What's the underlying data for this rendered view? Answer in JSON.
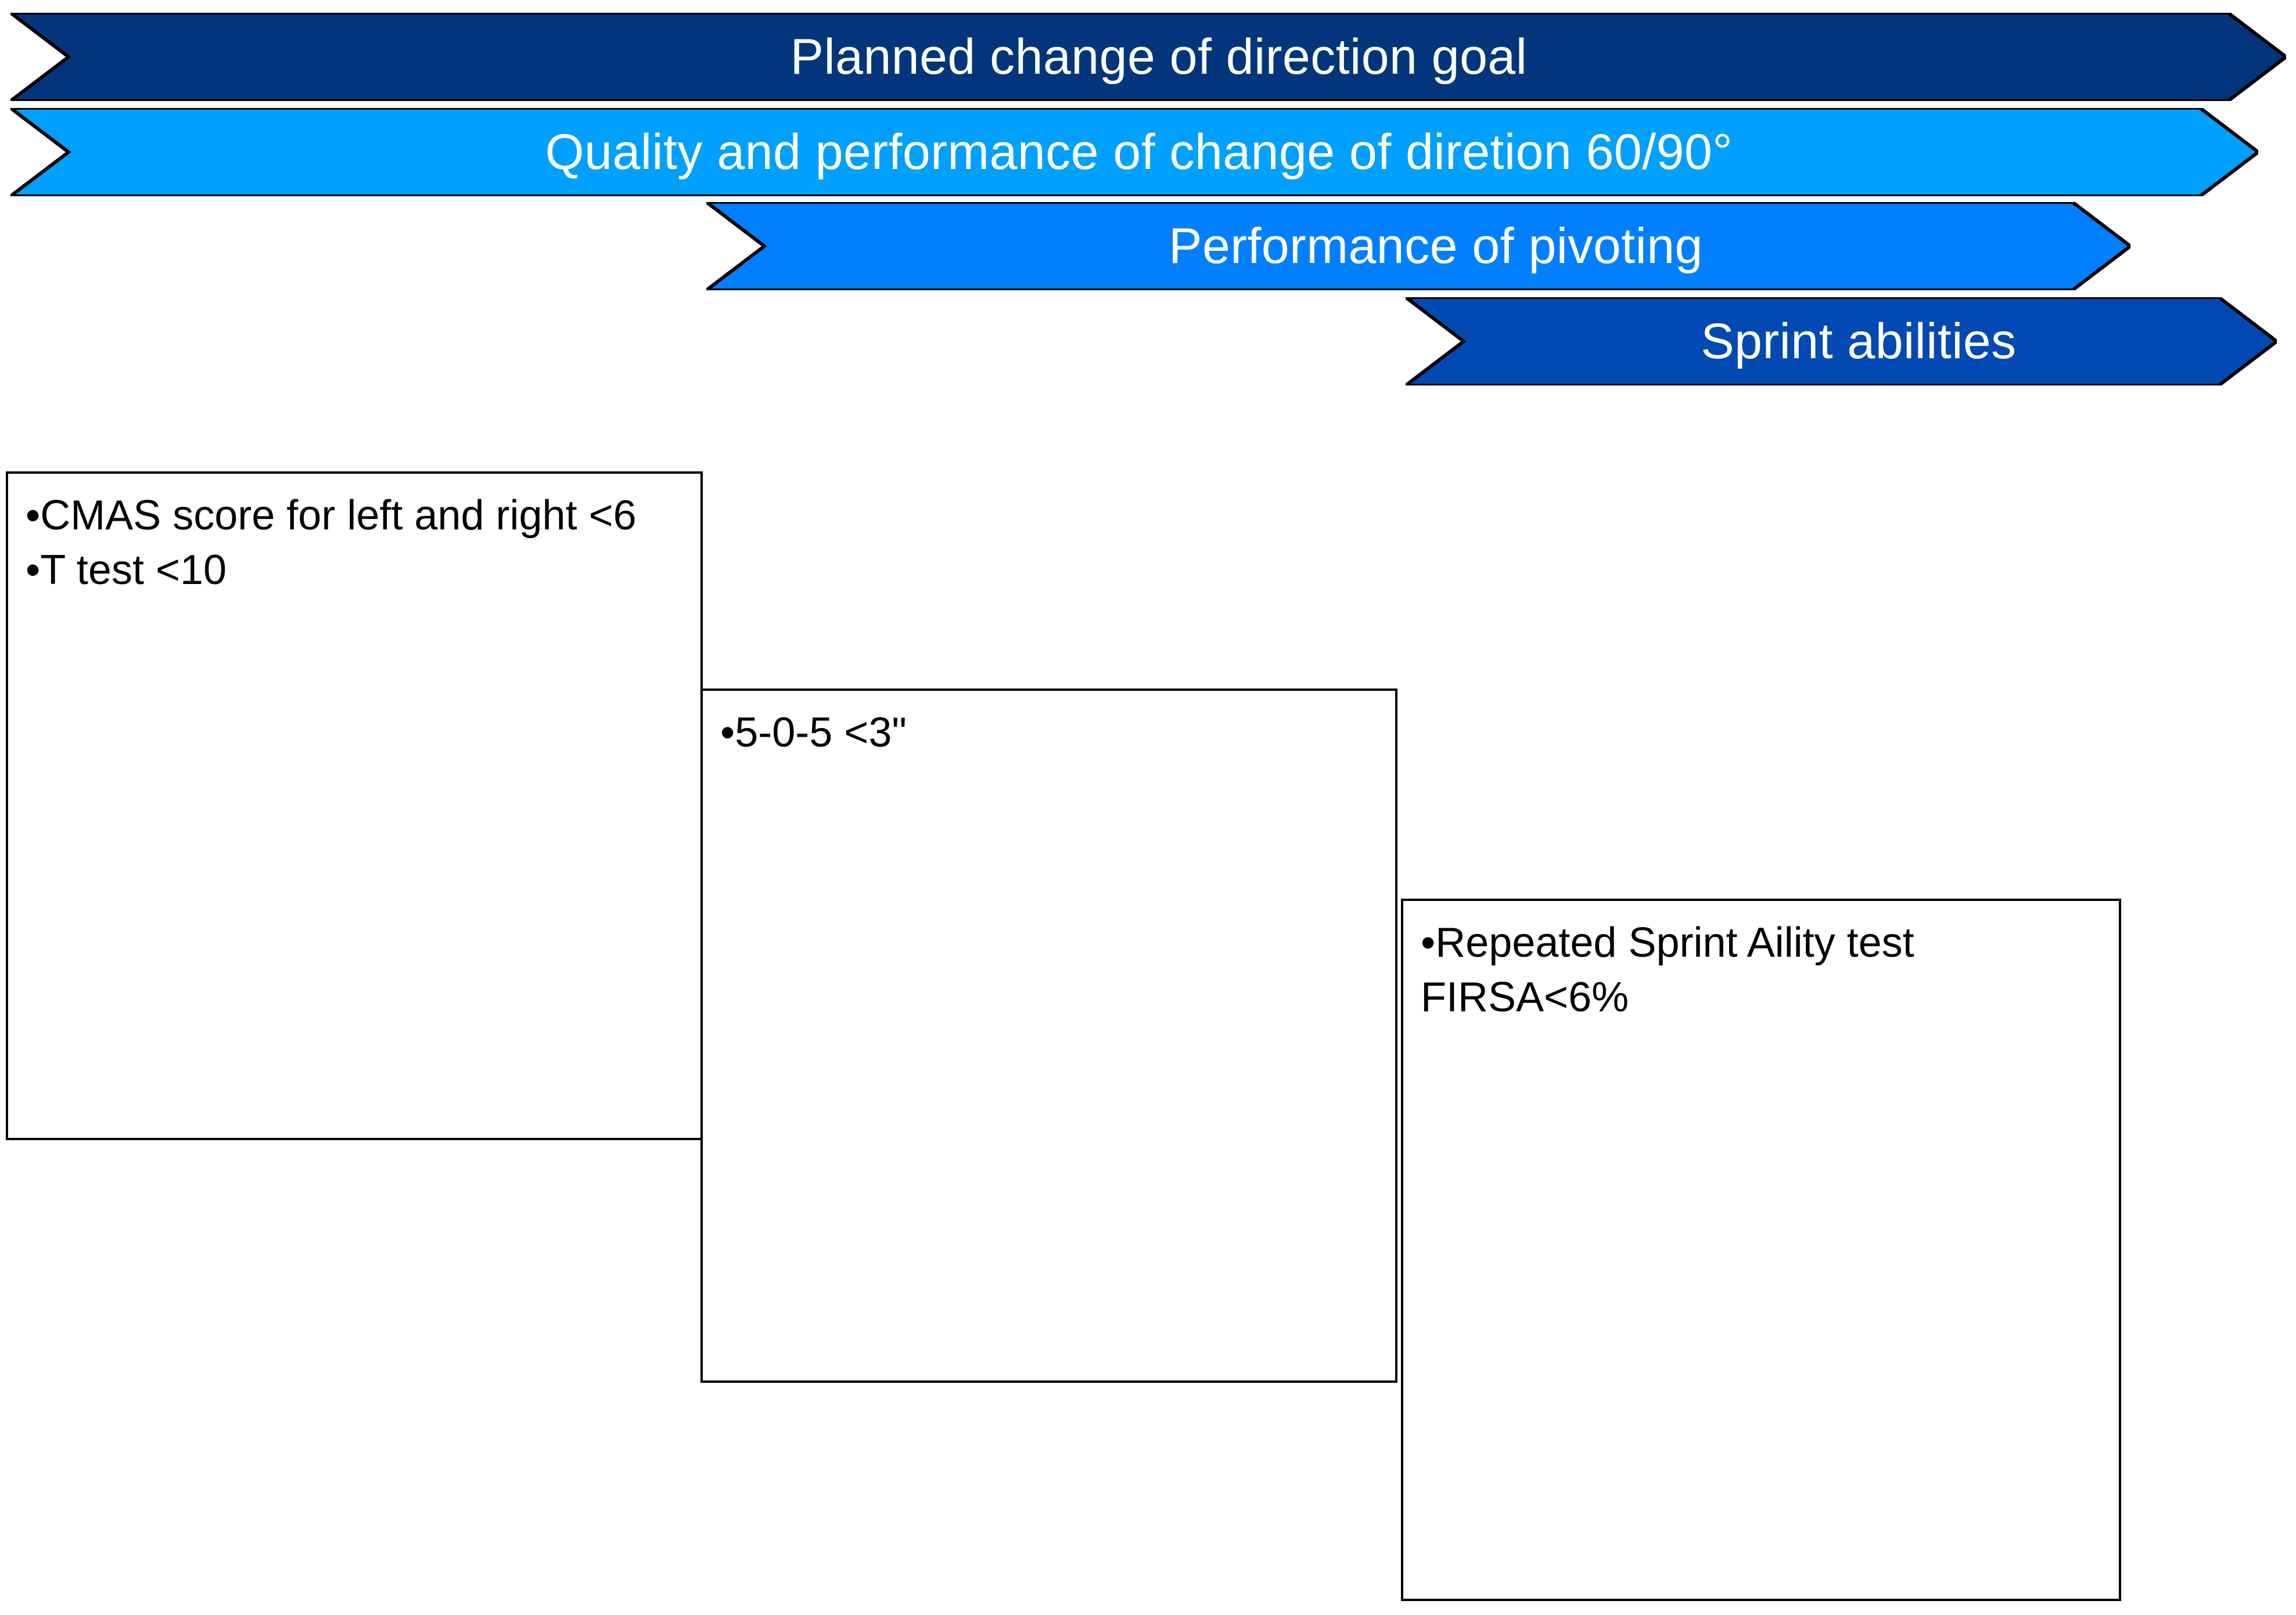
{
  "diagram": {
    "type": "process-chevron-cascade",
    "background": "#ffffff",
    "bands": [
      {
        "id": "planned-change-of-direction-goal",
        "label": "Planned change of direction goal",
        "fill": "#03357D",
        "stroke": "#000000",
        "text_color": "#ffffff",
        "level": 1
      },
      {
        "id": "quality-and-performance",
        "label": "Quality and performance of change of diretion 60/90°",
        "fill": "#00A0FF",
        "stroke": "#000000",
        "text_color": "#ffffff",
        "level": 2
      },
      {
        "id": "performance-of-pivoting",
        "label": "Performance of pivoting",
        "fill": "#0080FF",
        "stroke": "#000000",
        "text_color": "#ffffff",
        "level": 3
      },
      {
        "id": "sprint-abilities",
        "label": "Sprint abilities",
        "fill": "#0349B4",
        "stroke": "#000000",
        "text_color": "#ffffff",
        "level": 4
      }
    ],
    "notes": [
      {
        "id": "criteria-change-of-direction",
        "belongs_to": "quality-and-performance",
        "text": "•CMAS score for left and right <6\n•T test <10",
        "border": "#000000",
        "background": "#ffffff",
        "text_color": "#000000"
      },
      {
        "id": "criteria-pivoting",
        "belongs_to": "performance-of-pivoting",
        "text": "•5-0-5 <3\"",
        "border": "#000000",
        "background": "#ffffff",
        "text_color": "#000000"
      },
      {
        "id": "criteria-sprint",
        "belongs_to": "sprint-abilities",
        "text": "•Repeated Sprint Aility test FIRSA<6%",
        "border": "#000000",
        "background": "#ffffff",
        "text_color": "#000000"
      }
    ]
  }
}
